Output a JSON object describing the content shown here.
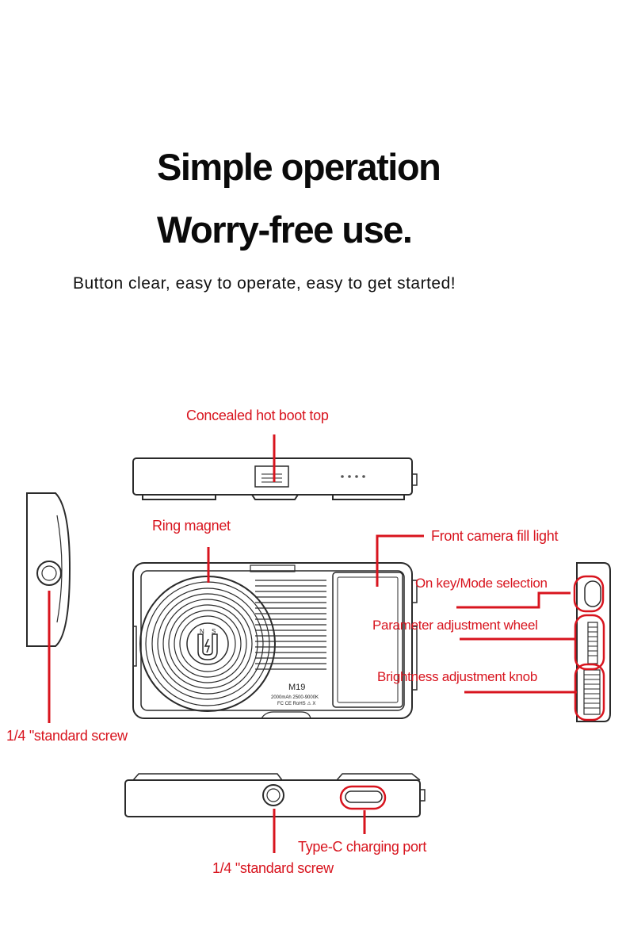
{
  "header": {
    "title_line1": "Simple operation",
    "title_line2": "Worry-free use.",
    "subtitle": "Button clear, easy to operate, easy to get started!"
  },
  "device": {
    "model": "M19",
    "specs_line1": "2000mAh 2500-9000K",
    "specs_line2": "FC CE RoHS ⚠ X",
    "magnet_n": "N",
    "magnet_s": "S"
  },
  "labels": {
    "hot_boot": "Concealed hot boot top",
    "ring_magnet": "Ring magnet",
    "fill_light": "Front camera fill light",
    "on_key": "On key/Mode selection",
    "param_wheel": "Parameter adjustment wheel",
    "brightness_knob": "Brightness adjustment knob",
    "screw_left": "1/4 \"standard screw",
    "typec": "Type-C charging port",
    "screw_bottom": "1/4 \"standard screw"
  },
  "colors": {
    "accent": "#d8141e",
    "line": "#2a2a2a",
    "text": "#0a0a0a"
  }
}
